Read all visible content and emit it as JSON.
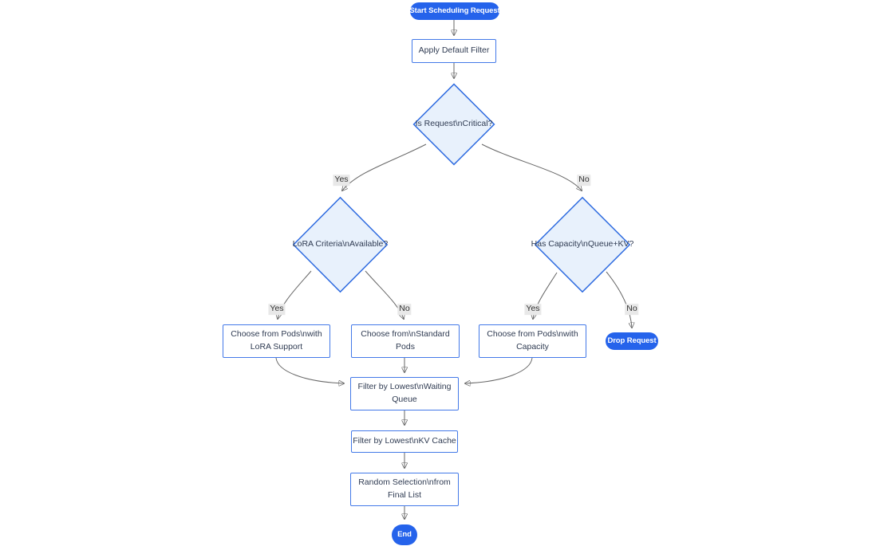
{
  "diagram": {
    "type": "flowchart",
    "direction": "top-down",
    "colors": {
      "background": "#ffffff",
      "accent_fill": "#2563eb",
      "accent_text": "#ffffff",
      "node_fill": "#ffffff",
      "node_border": "#4379e8",
      "decision_fill": "#e8f1fc",
      "decision_border": "#2e6be0",
      "text": "#2f3b52",
      "edge": "#666666",
      "edge_label_bg": "#e8e8e8",
      "edge_label_text": "#333333"
    },
    "nodes": {
      "start": {
        "shape": "stadium",
        "label": "Start Scheduling Request",
        "lines": [
          "Start Scheduling Request"
        ]
      },
      "apply_default_filter": {
        "shape": "rect",
        "label": "Apply Default Filter",
        "lines": [
          "Apply Default Filter"
        ]
      },
      "is_critical": {
        "shape": "diamond",
        "label": "Is Request\\nCritical?",
        "lines": [
          "Is Request\\nCritical?"
        ]
      },
      "lora_criteria": {
        "shape": "diamond",
        "label": "LoRA Criteria\\nAvailable?",
        "lines": [
          "LoRA Criteria\\nAvailable?"
        ]
      },
      "has_capacity": {
        "shape": "diamond",
        "label": "Has Capacity\\nQueue+KV?",
        "lines": [
          "Has Capacity\\nQueue+KV?"
        ]
      },
      "choose_lora_pods": {
        "shape": "rect",
        "label": "Choose from Pods\\nwith LoRA Support",
        "lines": [
          "Choose from Pods\\nwith",
          "LoRA Support"
        ]
      },
      "choose_standard_pods": {
        "shape": "rect",
        "label": "Choose from\\nStandard Pods",
        "lines": [
          "Choose from\\nStandard",
          "Pods"
        ]
      },
      "choose_capacity_pods": {
        "shape": "rect",
        "label": "Choose from Pods\\nwith Capacity",
        "lines": [
          "Choose from Pods\\nwith",
          "Capacity"
        ]
      },
      "drop_request": {
        "shape": "stadium",
        "label": "Drop Request",
        "lines": [
          "Drop Request"
        ]
      },
      "filter_waiting_queue": {
        "shape": "rect",
        "label": "Filter by Lowest\\nWaiting Queue",
        "lines": [
          "Filter by Lowest\\nWaiting",
          "Queue"
        ]
      },
      "filter_kv_cache": {
        "shape": "rect",
        "label": "Filter by Lowest\\nKV Cache",
        "lines": [
          "Filter by Lowest\\nKV Cache"
        ]
      },
      "random_selection": {
        "shape": "rect",
        "label": "Random Selection\\nfrom Final List",
        "lines": [
          "Random Selection\\nfrom",
          "Final List"
        ]
      },
      "end": {
        "shape": "stadium",
        "label": "End",
        "lines": [
          "End"
        ]
      }
    },
    "edges": {
      "critical_yes": {
        "from": "is_critical",
        "to": "lora_criteria",
        "label": "Yes"
      },
      "critical_no": {
        "from": "is_critical",
        "to": "has_capacity",
        "label": "No"
      },
      "lora_yes": {
        "from": "lora_criteria",
        "to": "choose_lora_pods",
        "label": "Yes"
      },
      "lora_no": {
        "from": "lora_criteria",
        "to": "choose_standard_pods",
        "label": "No"
      },
      "capacity_yes": {
        "from": "has_capacity",
        "to": "choose_capacity_pods",
        "label": "Yes"
      },
      "capacity_no": {
        "from": "has_capacity",
        "to": "drop_request",
        "label": "No"
      }
    }
  }
}
